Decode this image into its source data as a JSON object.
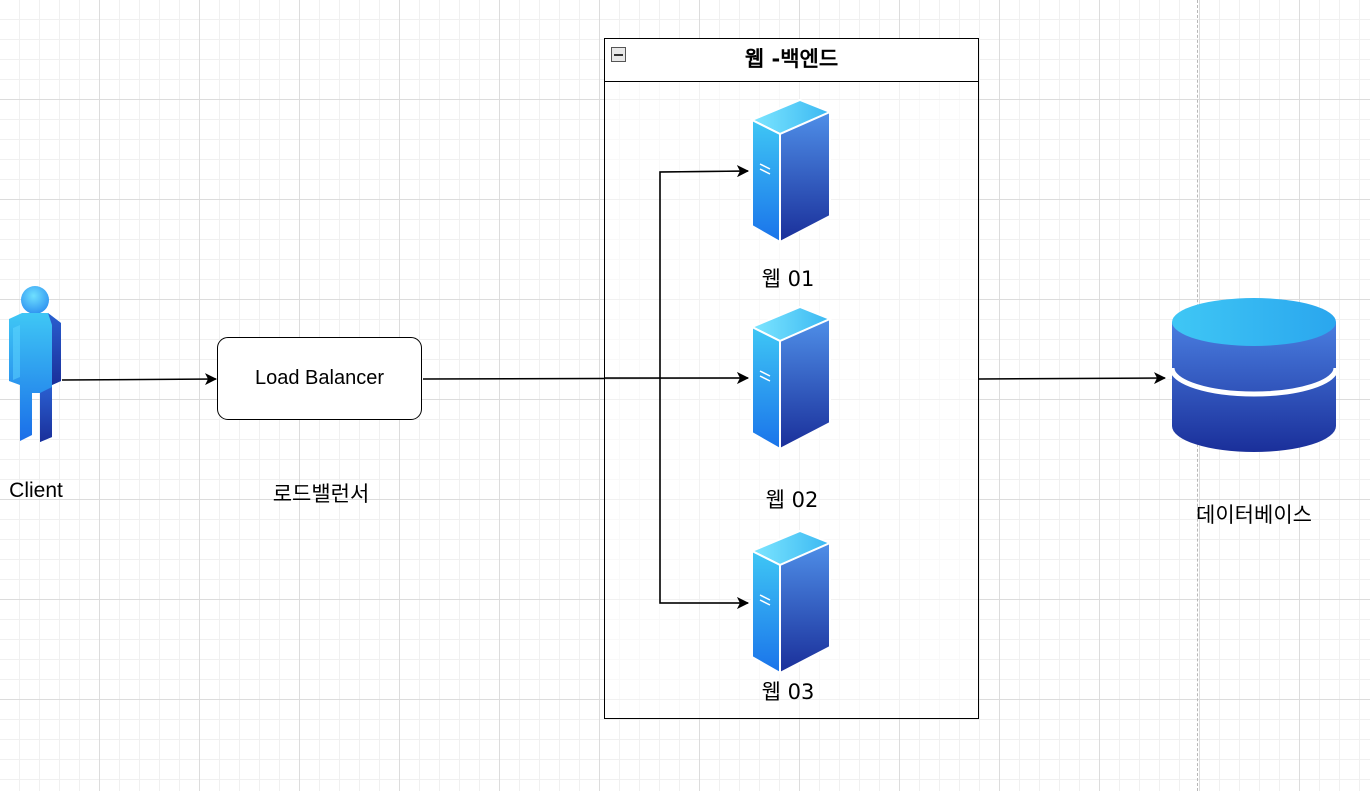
{
  "nodes": {
    "client": {
      "label": "Client"
    },
    "load_balancer": {
      "box_text": "Load Balancer",
      "label": "로드밸런서"
    },
    "backend_group": {
      "title": "웹 -백엔드"
    },
    "servers": [
      {
        "label": "웹 01"
      },
      {
        "label": "웹 02"
      },
      {
        "label": "웹 03"
      }
    ],
    "database": {
      "label": "데이터베이스"
    }
  },
  "edges": [
    {
      "from": "client",
      "to": "load_balancer"
    },
    {
      "from": "load_balancer",
      "to": "웹 01"
    },
    {
      "from": "load_balancer",
      "to": "웹 02"
    },
    {
      "from": "load_balancer",
      "to": "웹 03"
    },
    {
      "from": "backend_group",
      "to": "database"
    }
  ],
  "colors": {
    "icon_top": "#3fc7f5",
    "icon_front": "#2a86f0",
    "icon_dark": "#1a35a0",
    "edge": "#000000"
  }
}
